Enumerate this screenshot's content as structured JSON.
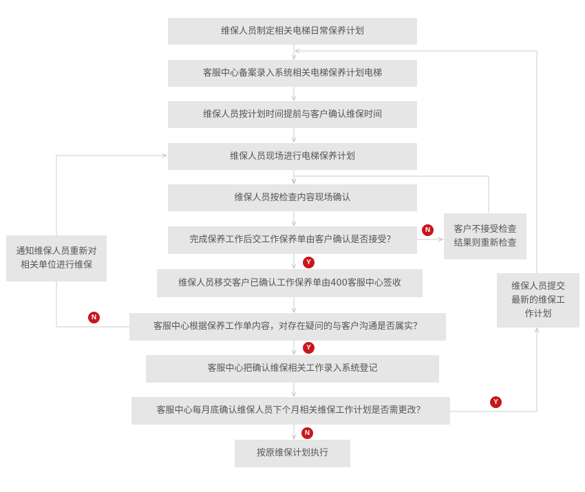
{
  "colors": {
    "box_fill": "#e6e6e6",
    "text": "#555555",
    "connector": "#cccccc",
    "badge": "#c8161d"
  },
  "steps": {
    "s1": "维保人员制定相关电梯日常保养计划",
    "s2": "客服中心备案录入系统相关电梯保养计划电梯",
    "s3": "维保人员按计划时间提前与客户确认维保时间",
    "s4": "维保人员现场进行电梯保养计划",
    "s5": "维保人员按检查内容现场确认",
    "s6": "完成保养工作后交工作保养单由客户确认是否接受？",
    "s7": "维保人员移交客户已确认工作保养单由400客服中心签收",
    "s8": "客服中心根据保养工作单内容，对存在疑问的与客户沟通是否属实？",
    "s9": "客服中心把确认维保相关工作录入系统登记",
    "s10": "客服中心每月底确认维保人员下个月相关维保工作计划是否需更改？",
    "s11": "按原维保计划执行"
  },
  "side_boxes": {
    "recheck": "客户不接受检查结果则重新检查",
    "notify": "通知维保人员重新对相关单位进行维保",
    "resubmit": "维保人员提交最新的维保工作计划"
  },
  "badges": {
    "yes": "Y",
    "no": "N"
  }
}
